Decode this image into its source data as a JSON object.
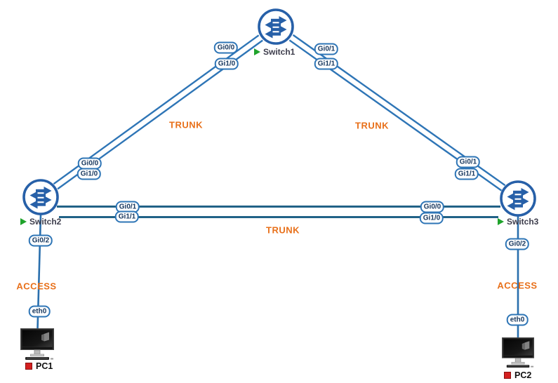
{
  "nodes": {
    "switch1": {
      "label": "Switch1",
      "type": "switch",
      "status": "running"
    },
    "switch2": {
      "label": "Switch2",
      "type": "switch",
      "status": "running"
    },
    "switch3": {
      "label": "Switch3",
      "type": "switch",
      "status": "running"
    },
    "pc1": {
      "label": "PC1",
      "type": "pc",
      "status": "stopped"
    },
    "pc2": {
      "label": "PC2",
      "type": "pc",
      "status": "stopped"
    }
  },
  "ports": {
    "s1_to_s2_a": "Gi0/0",
    "s1_to_s2_b": "Gi1/0",
    "s1_to_s3_a": "Gi0/1",
    "s1_to_s3_b": "Gi1/1",
    "s2_to_s1_a": "Gi0/0",
    "s2_to_s1_b": "Gi1/0",
    "s2_to_s3_a": "Gi0/1",
    "s2_to_s3_b": "Gi1/1",
    "s2_to_pc1": "Gi0/2",
    "s3_to_s1_a": "Gi0/1",
    "s3_to_s1_b": "Gi1/1",
    "s3_to_s2_a": "Gi0/0",
    "s3_to_s2_b": "Gi1/0",
    "s3_to_pc2": "Gi0/2",
    "pc1_eth": "eth0",
    "pc2_eth": "eth0"
  },
  "link_modes": {
    "trunk_left": "TRUNK",
    "trunk_right": "TRUNK",
    "trunk_bottom": "TRUNK",
    "access_left": "ACCESS",
    "access_right": "ACCESS"
  },
  "colors": {
    "link_diagonal": "#2E75B6",
    "link_horizontal": "#216287",
    "link_access": "#2A6FAD",
    "port_border": "#2E75B6",
    "port_text": "#17375E",
    "mode_label": "#E8701A",
    "switch_icon": "#2760A8",
    "node_label": "#3D3D4C",
    "status_green": "#1FA32B",
    "pc_status": "#D42020"
  }
}
